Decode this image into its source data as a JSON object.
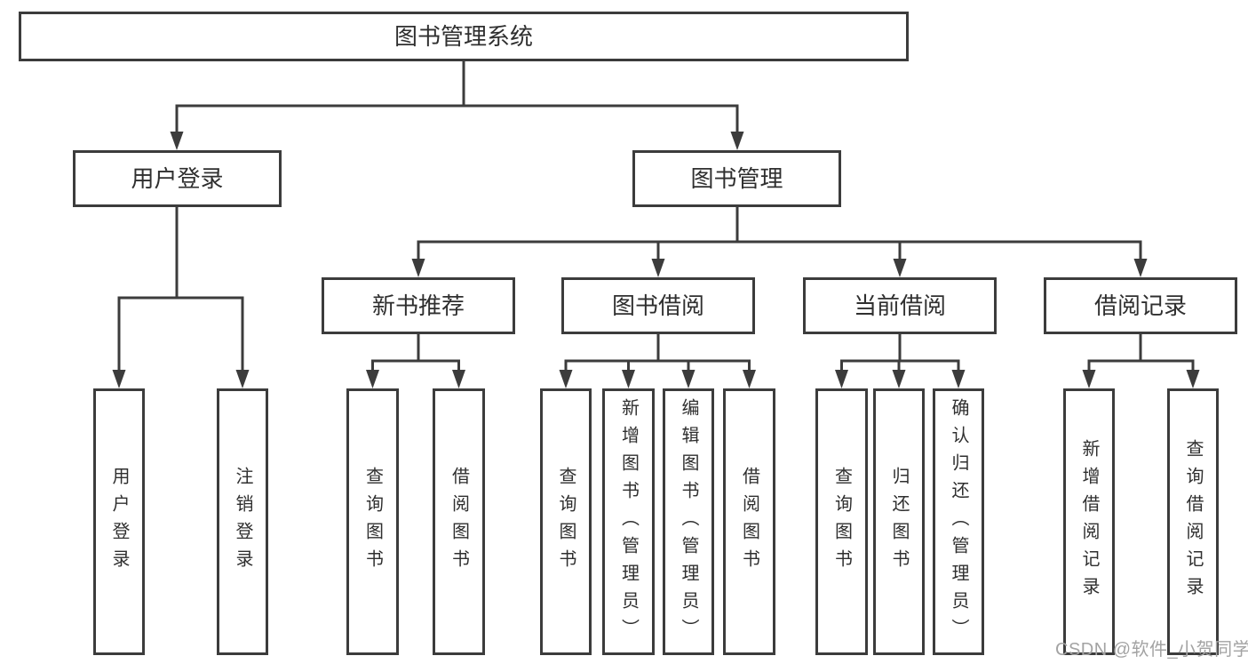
{
  "tree": {
    "root": {
      "label": "图书管理系统",
      "children": [
        {
          "label": "用户登录",
          "children": [
            {
              "label": "用户登录"
            },
            {
              "label": "注销登录"
            }
          ]
        },
        {
          "label": "图书管理",
          "children": [
            {
              "label": "新书推荐",
              "children": [
                {
                  "label": "查询图书"
                },
                {
                  "label": "借阅图书"
                }
              ]
            },
            {
              "label": "图书借阅",
              "children": [
                {
                  "label": "查询图书"
                },
                {
                  "label": "新增图书（管理员）"
                },
                {
                  "label": "编辑图书（管理员）"
                },
                {
                  "label": "借阅图书"
                }
              ]
            },
            {
              "label": "当前借阅",
              "children": [
                {
                  "label": "查询图书"
                },
                {
                  "label": "归还图书"
                },
                {
                  "label": "确认归还（管理员）"
                }
              ]
            },
            {
              "label": "借阅记录",
              "children": [
                {
                  "label": "新增借阅记录"
                },
                {
                  "label": "查询借阅记录"
                }
              ]
            }
          ]
        }
      ]
    }
  },
  "watermark": {
    "text": "CSDN @软件_小贺同学"
  },
  "colors": {
    "line": "#3c3c3c",
    "text": "#2f2f2f",
    "watermark": "#a3a3a3",
    "background": "#ffffff"
  }
}
